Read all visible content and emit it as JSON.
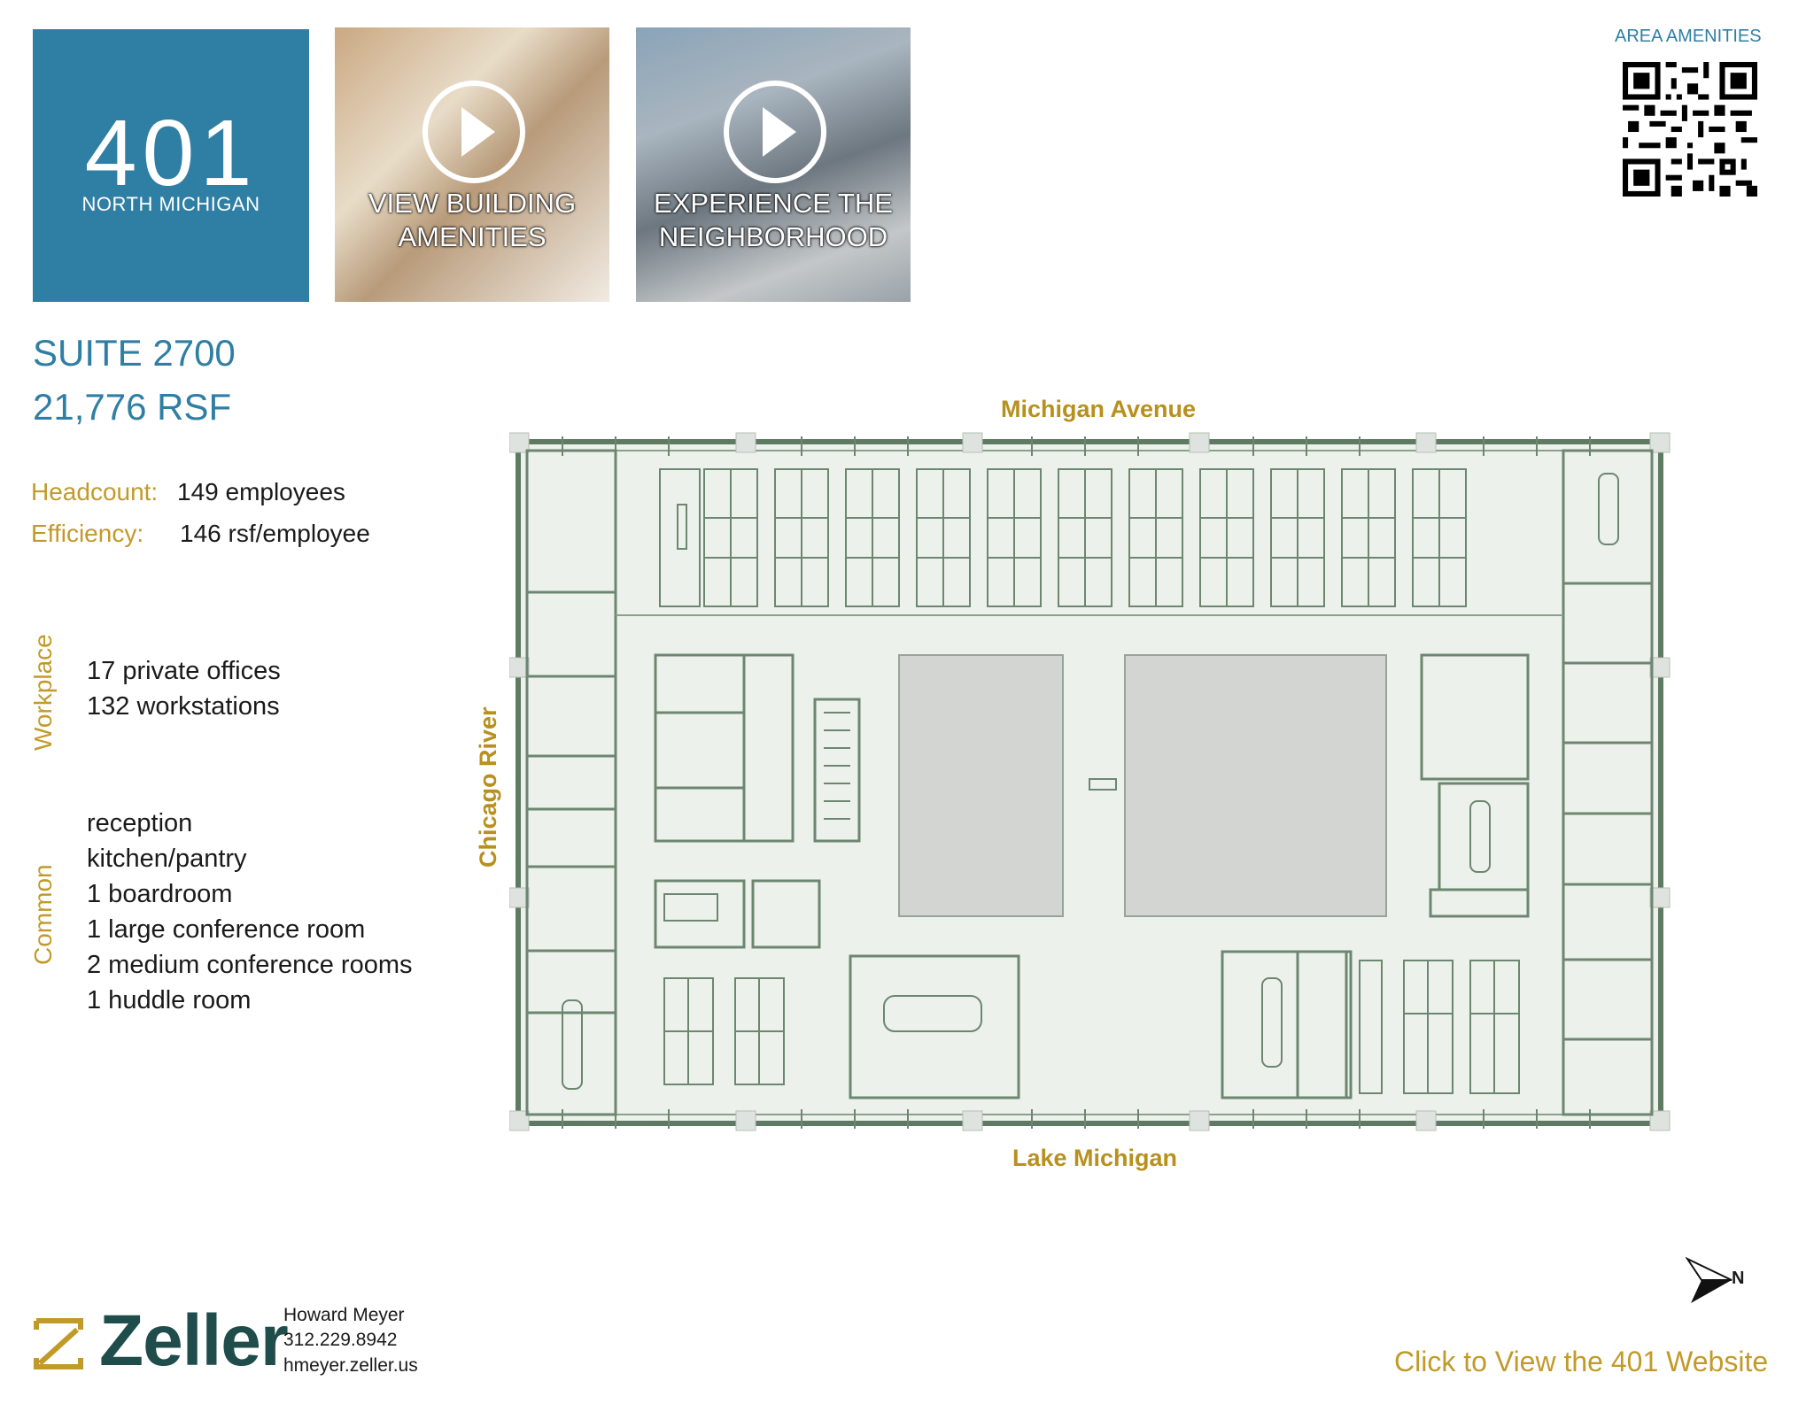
{
  "brand": {
    "number": "401",
    "subtitle": "NORTH MICHIGAN"
  },
  "video_tiles": [
    {
      "line1": "VIEW BUILDING",
      "line2": "AMENITIES"
    },
    {
      "line1": "EXPERIENCE THE",
      "line2": "NEIGHBORHOOD"
    }
  ],
  "qr": {
    "title": "AREA AMENITIES"
  },
  "suite": {
    "name": "SUITE 2700",
    "area": "21,776 RSF"
  },
  "stats": [
    {
      "label": "Headcount:",
      "value": "149 employees"
    },
    {
      "label": "Efficiency:",
      "value": "146 rsf/employee"
    }
  ],
  "workplace": {
    "label": "Workplace",
    "items": [
      "17 private offices",
      "132 workstations"
    ]
  },
  "common": {
    "label": "Common",
    "items": [
      "reception",
      "kitchen/pantry",
      "1 boardroom",
      "1 large conference room",
      "2 medium conference rooms",
      "1 huddle room"
    ]
  },
  "plan": {
    "top_street": "Michigan Avenue",
    "bottom_street": "Lake Michigan",
    "left_street": "Chicago River",
    "compass": "N"
  },
  "contact": {
    "company": "Zeller",
    "name": "Howard Meyer",
    "phone": "312.229.8942",
    "web": "hmeyer.zeller.us"
  },
  "website_link": "Click to View the 401 Website",
  "colors": {
    "blue": "#2f7fa4",
    "gold": "#c29a2a",
    "plan_fill": "#edf1ec",
    "plan_line": "#5f7a63",
    "core": "#d2d5d2",
    "zeller_green": "#1f4d4b"
  }
}
